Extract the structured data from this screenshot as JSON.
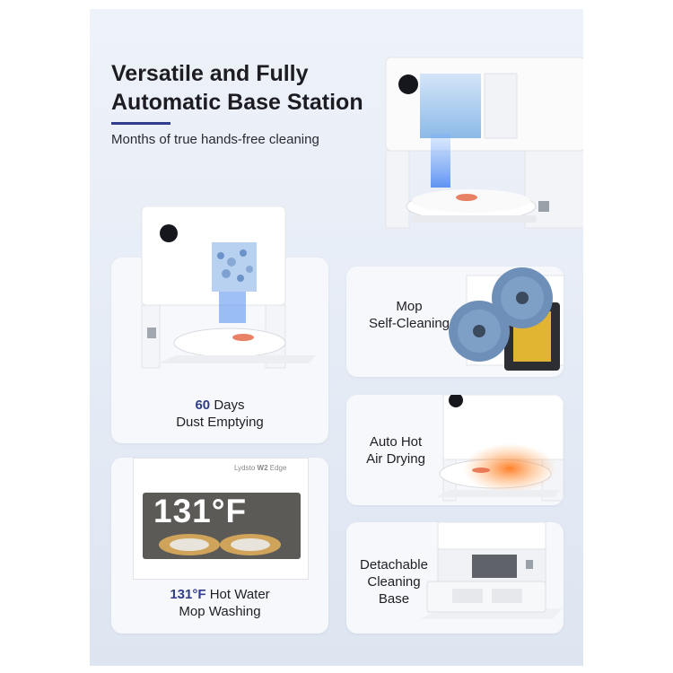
{
  "headline": {
    "line1": "Versatile and Fully",
    "line2": "Automatic Base Station",
    "subtitle": "Months of true hands-free cleaning"
  },
  "brand": {
    "logo_text": "Lydsto",
    "model_prefix": "Lydsto",
    "model_highlight": "W2",
    "model_suffix": "Edge"
  },
  "features": {
    "dust": {
      "value": "60",
      "unit": "Days",
      "line2": "Dust Emptying"
    },
    "mop_self": {
      "line1": "Mop",
      "line2": "Self-Cleaning"
    },
    "hot_air": {
      "line1": "Auto Hot",
      "line2": "Air Drying"
    },
    "hot_water": {
      "value": "131°F",
      "unit": "Hot Water",
      "line2": "Mop Washing",
      "overlay": "131°F"
    },
    "detach": {
      "line1": "Detachable",
      "line2": "Cleaning",
      "line3": "Base"
    }
  },
  "colors": {
    "accent": "#2f3d8c",
    "background": "#e6ecf6",
    "card": "#f7f8fb",
    "mop_pad": "#6e90b8",
    "drying_glow": "#ff8a3a"
  }
}
